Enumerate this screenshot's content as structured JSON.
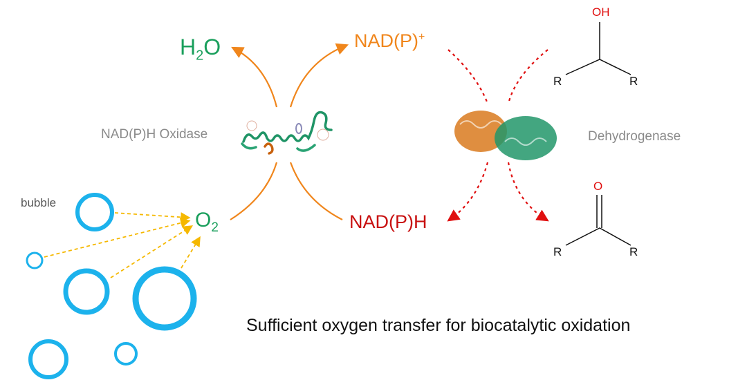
{
  "labels": {
    "water_main": "H",
    "water_sub": "2",
    "water_end": "O",
    "nadp_plus_main": "NAD(P)",
    "nadp_plus_sup": "+",
    "oxidase": "NAD(P)H Oxidase",
    "dehydrogenase": "Dehydrogenase",
    "bubble": "bubble",
    "oxygen_main": "O",
    "oxygen_sub": "2",
    "nadph": "NAD(P)H",
    "caption": "Sufficient oxygen transfer for biocatalytic oxidation"
  },
  "alcohol": {
    "oh": "OH",
    "r_left": "R",
    "r_right": "R"
  },
  "ketone": {
    "o": "O",
    "r_left": "R",
    "r_right": "R"
  },
  "colors": {
    "green": "#1a9f5c",
    "orange": "#f0861c",
    "red": "#d01010",
    "gray": "#8a8a8a",
    "bubble": "#1cb2ec",
    "yellow": "#f5b800"
  }
}
